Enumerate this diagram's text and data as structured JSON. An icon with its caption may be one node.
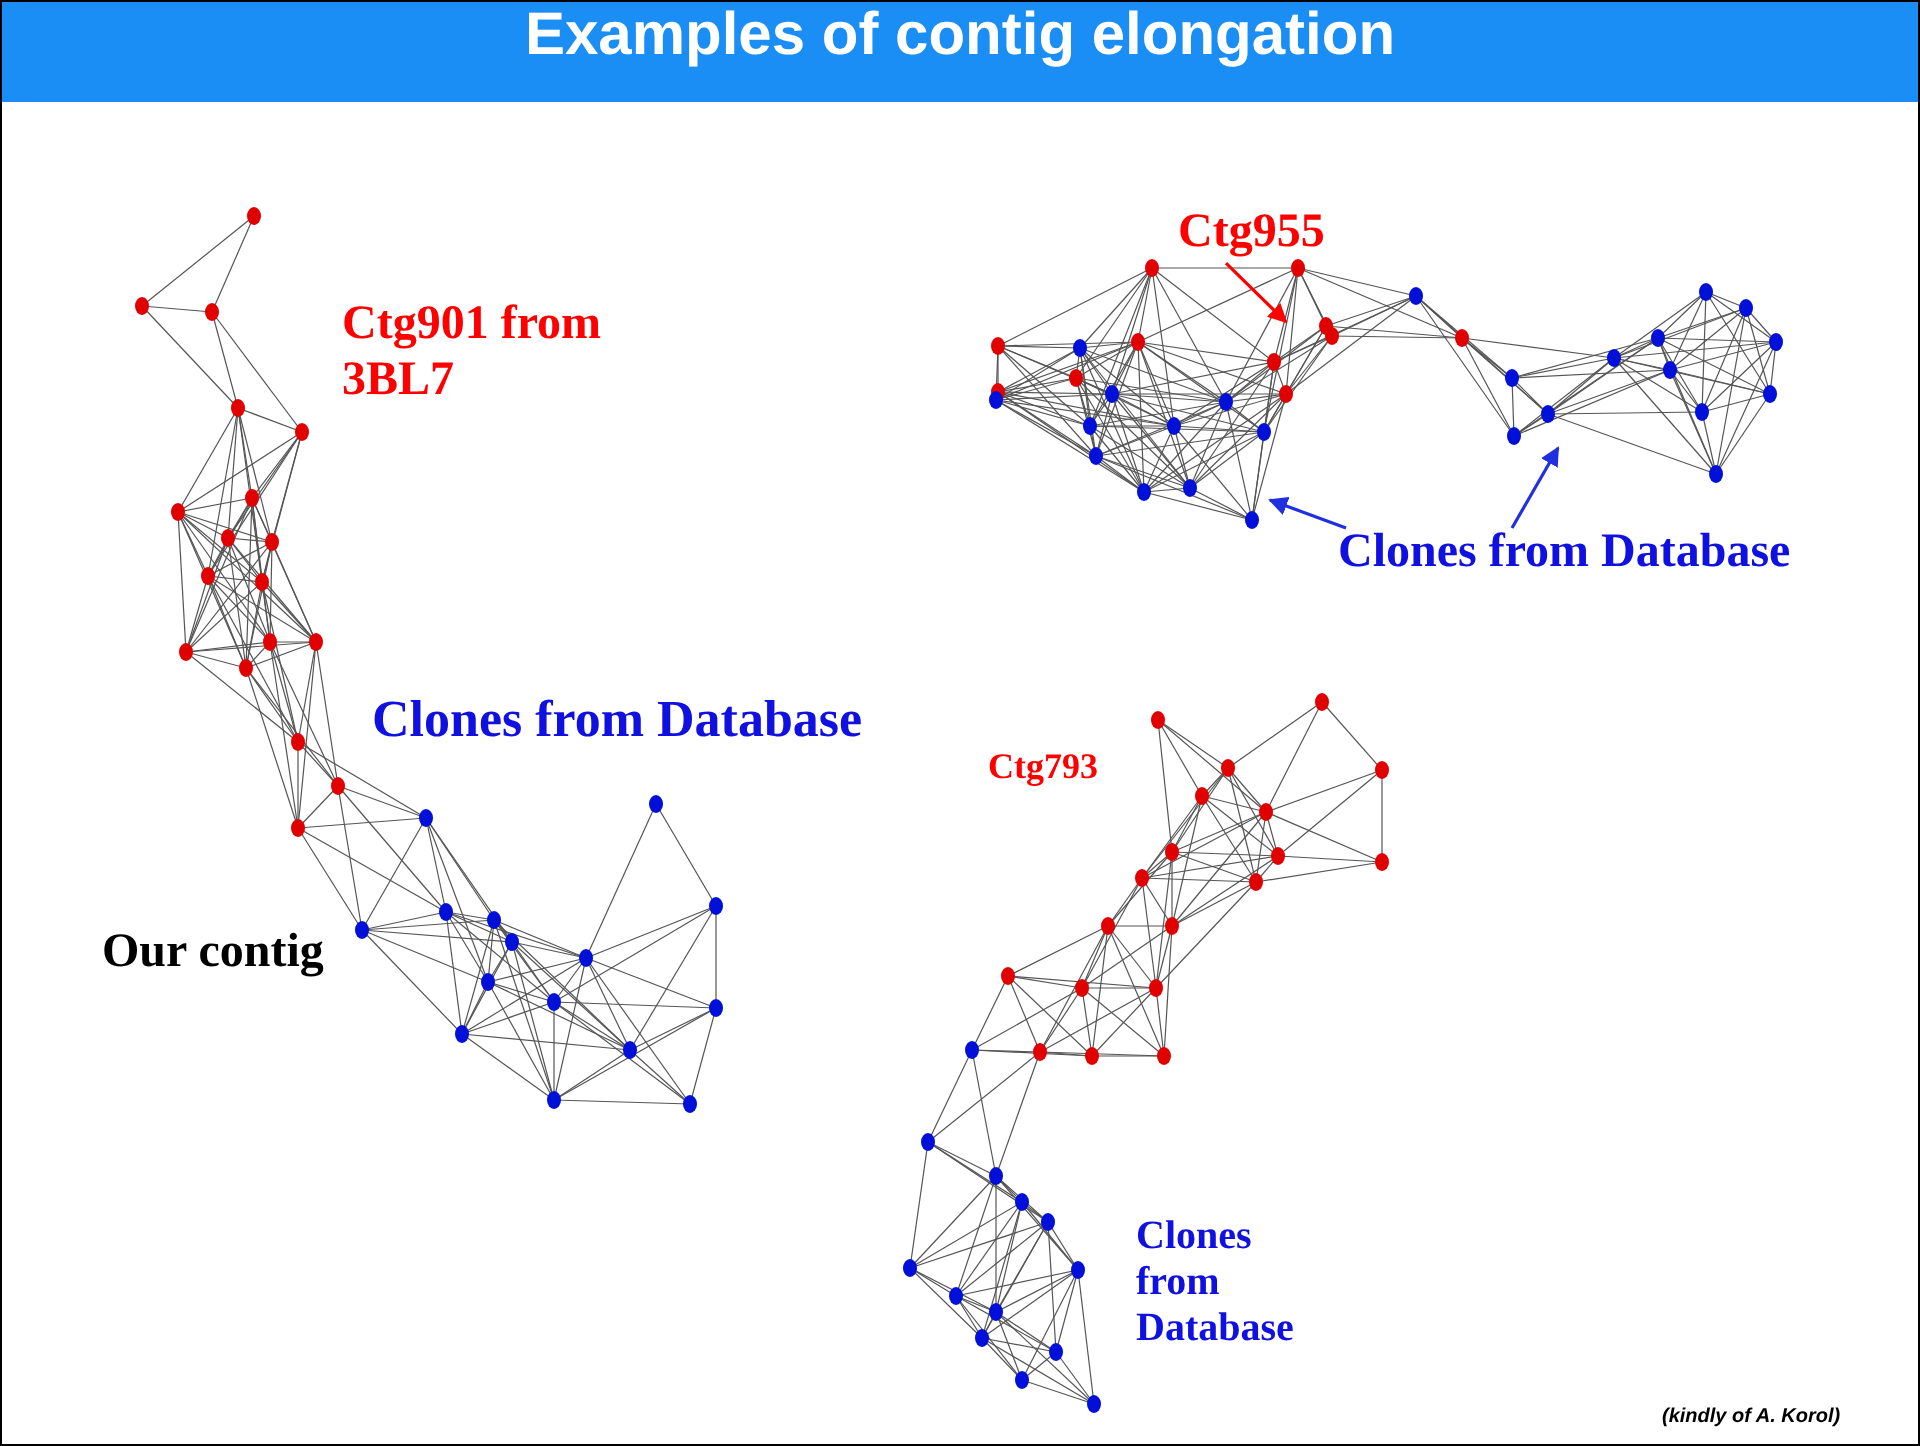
{
  "diagram": {
    "title": "Examples of contig elongation",
    "nodes": [
      {
        "text": [
          "Ctg955"
        ]
      },
      {
        "text": [
          "Clones from Database"
        ]
      }
    ],
    "edges": [
      {
        "from": 0,
        "to": null,
        "arrow": "to",
        "color": "#ff0000"
      },
      {
        "from": 1,
        "to": null,
        "arrow": "to"
      },
      {
        "from": 1,
        "to": null,
        "arrow": "to"
      }
    ],
    "labels": [
      "Ctg901 from 3BL7",
      "Clones from Database",
      "Our contig",
      "Ctg793",
      "Clones from Database",
      "(kindly of A. Korol)"
    ]
  }
}
